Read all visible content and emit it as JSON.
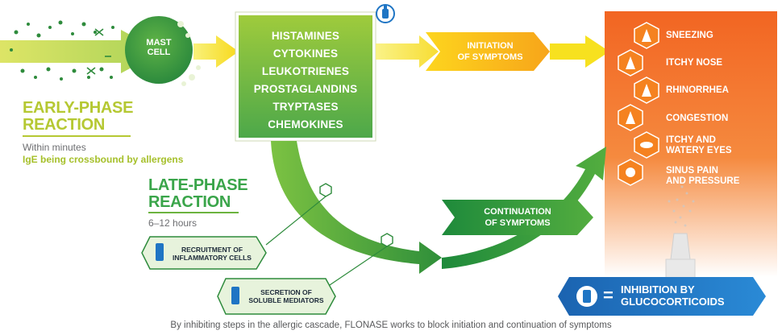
{
  "mast_cell": {
    "label_line1": "MAST",
    "label_line2": "CELL"
  },
  "mediators": [
    "HISTAMINES",
    "CYTOKINES",
    "LEUKOTRIENES",
    "PROSTAGLANDINS",
    "TRYPTASES",
    "CHEMOKINES"
  ],
  "initiation": {
    "line1": "INITIATION",
    "line2": "OF SYMPTOMS"
  },
  "continuation": {
    "line1": "CONTINUATION",
    "line2": "OF SYMPTOMS"
  },
  "symptoms": [
    {
      "label": "SNEEZING",
      "icon": "nose-sneeze-icon"
    },
    {
      "label": "ITCHY NOSE",
      "icon": "nose-itch-icon"
    },
    {
      "label": "RHINORRHEA",
      "icon": "runny-nose-icon"
    },
    {
      "label": "CONGESTION",
      "icon": "nose-icon"
    },
    {
      "label_line1": "ITCHY AND",
      "label_line2": "WATERY EYES",
      "icon": "eye-icon"
    },
    {
      "label_line1": "SINUS PAIN",
      "label_line2": "AND PRESSURE",
      "icon": "sinus-icon"
    }
  ],
  "early_phase": {
    "title_line1": "EARLY-PHASE",
    "title_line2": "REACTION",
    "time": "Within minutes",
    "note": "IgE being crossbound by allergens"
  },
  "late_phase": {
    "title_line1": "LATE-PHASE",
    "title_line2": "REACTION",
    "time": "6–12 hours"
  },
  "tags": {
    "recruitment_line1": "RECRUITMENT OF",
    "recruitment_line2": "INFLAMMATORY CELLS",
    "secretion_line1": "SECRETION OF",
    "secretion_line2": "SOLUBLE MEDIATORS"
  },
  "legend": {
    "equals": "=",
    "line1": "INHIBITION BY",
    "line2": "GLUCOCORTICOIDS"
  },
  "caption": "By inhibiting steps in the allergic cascade, FLONASE works to block initiation and continuation of symptoms",
  "colors": {
    "green_light": "#c9d84a",
    "green_mid": "#8cc63f",
    "green_dark": "#3a9a3a",
    "orange": "#f26522",
    "blue": "#1f75c4",
    "yellow": "#f7e11f"
  }
}
